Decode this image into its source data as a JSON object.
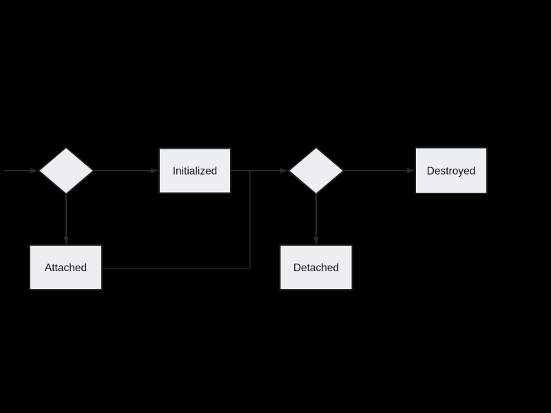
{
  "diagram": {
    "type": "state-flowchart",
    "colors": {
      "background": "#000000",
      "node_fill": "#eceff1",
      "node_border": "#222222",
      "destroyed_fill": "#ea979c",
      "edge": "#2a2a2a",
      "text": "#111111"
    },
    "nodes": {
      "initialized": {
        "label": "Initialized",
        "shape": "rectangle"
      },
      "attached": {
        "label": "Attached",
        "shape": "rectangle"
      },
      "detached": {
        "label": "Detached",
        "shape": "rectangle"
      },
      "destroyed": {
        "label": "Destroyed",
        "shape": "rectangle"
      }
    },
    "junctions": [
      {
        "id": "junction-1",
        "shape": "diamond",
        "label": ""
      },
      {
        "id": "junction-2",
        "shape": "diamond",
        "label": ""
      }
    ],
    "edges": [
      {
        "from": "start",
        "to": "junction-1",
        "arrow": true
      },
      {
        "from": "junction-1",
        "to": "initialized",
        "arrow": true
      },
      {
        "from": "junction-1",
        "to": "attached",
        "arrow": true
      },
      {
        "from": "initialized",
        "to": "junction-2",
        "arrow": true
      },
      {
        "from": "attached",
        "to": "edge-initialized-junction-2",
        "arrow": false
      },
      {
        "from": "junction-2",
        "to": "destroyed",
        "arrow": true
      },
      {
        "from": "junction-2",
        "to": "detached",
        "arrow": true
      }
    ]
  }
}
